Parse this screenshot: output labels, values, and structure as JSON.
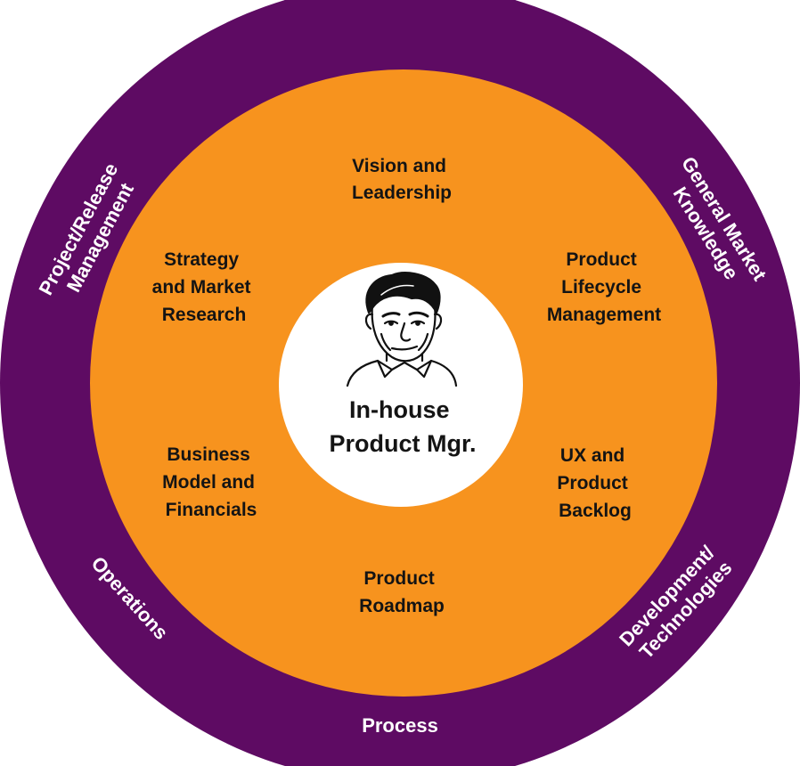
{
  "colors": {
    "outer_ring": "#5e0b63",
    "inner_disc": "#f7931e",
    "center_disc": "#ffffff",
    "inner_text": "#141414",
    "outer_text": "#ffffff"
  },
  "center": {
    "icon": "person-portrait-icon",
    "title_line1": "In-house",
    "title_line2": "Product Mgr."
  },
  "inner_topics": {
    "vision": {
      "line1": "Vision and",
      "line2": "Leadership"
    },
    "strategy": {
      "line1": "Strategy",
      "line2": "and Market",
      "line3": "Research"
    },
    "lifecycle": {
      "line1": "Product",
      "line2": "Lifecycle",
      "line3": "Management"
    },
    "business": {
      "line1": "Business",
      "line2": "Model and",
      "line3": "Financials"
    },
    "ux": {
      "line1": "UX and",
      "line2": "Product",
      "line3": "Backlog"
    },
    "roadmap": {
      "line1": "Product",
      "line2": "Roadmap"
    }
  },
  "outer_topics": {
    "project": {
      "line1": "Project/Release",
      "line2": "Management"
    },
    "market": {
      "line1": "General Market",
      "line2": "Knowledge"
    },
    "operations": {
      "line1": "Operations"
    },
    "development": {
      "line1": "Development/",
      "line2": "Technologies"
    },
    "process": {
      "line1": "Process"
    }
  }
}
